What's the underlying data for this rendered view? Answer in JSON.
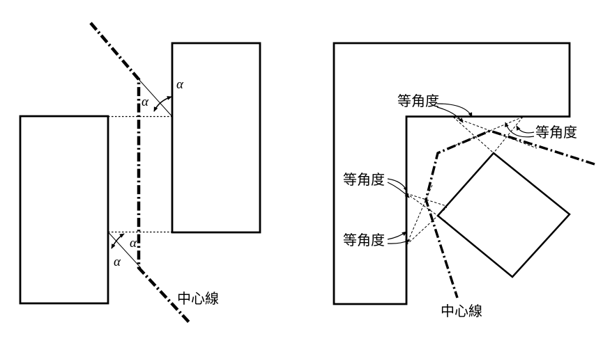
{
  "page": {
    "background_color": "#ffffff",
    "line_color": "#000000",
    "description": "Two engineering diagrams of joint parting surfaces crossed by a bent chain-dotted center line"
  },
  "left_figure": {
    "alpha_labels": [
      "α",
      "α",
      "α",
      "α"
    ],
    "centerline_label": "中心線"
  },
  "right_figure": {
    "equal_angle_labels": [
      "等角度",
      "等角度",
      "等角度",
      "等角度"
    ],
    "centerline_label": "中心線"
  }
}
